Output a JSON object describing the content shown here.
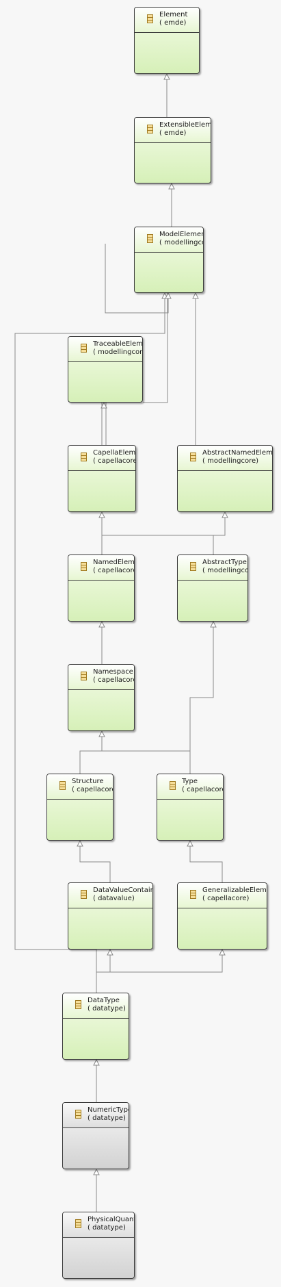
{
  "diagram": {
    "classes": {
      "element": {
        "name": "Element",
        "package": "( emde)"
      },
      "extensible": {
        "name": "ExtensibleElement",
        "package": "( emde)"
      },
      "model": {
        "name": "ModelElement",
        "package": "( modellingcore)"
      },
      "traceable": {
        "name": "TraceableElement",
        "package": "( modellingcore)"
      },
      "capella": {
        "name": "CapellaElement",
        "package": "( capellacore)"
      },
      "abstractnamed": {
        "name": "AbstractNamedElement",
        "package": "( modellingcore)"
      },
      "named": {
        "name": "NamedElement",
        "package": "( capellacore)"
      },
      "abstracttype": {
        "name": "AbstractType",
        "package": "( modellingcore)"
      },
      "namespace": {
        "name": "Namespace",
        "package": "( capellacore)"
      },
      "structure": {
        "name": "Structure",
        "package": "( capellacore)"
      },
      "type": {
        "name": "Type",
        "package": "( capellacore)"
      },
      "datavalue": {
        "name": "DataValueContainer",
        "package": "( datavalue)"
      },
      "generalizable": {
        "name": "GeneralizableElement",
        "package": "( capellacore)"
      },
      "datatype": {
        "name": "DataType",
        "package": "( datatype)"
      },
      "numerictype": {
        "name": "NumericType",
        "package": "( datatype)"
      },
      "physicalquantity": {
        "name": "PhysicalQuantity",
        "package": "( datatype)"
      }
    },
    "colors": {
      "class_fill_top": "#f4fbe8",
      "class_fill_bottom": "#d6f0b8",
      "gray_fill_top": "#f7f7f7",
      "gray_fill_bottom": "#d2d2d2",
      "edge": "#8a8a8a",
      "border": "#3a3a3a"
    },
    "icon": "class-icon"
  }
}
